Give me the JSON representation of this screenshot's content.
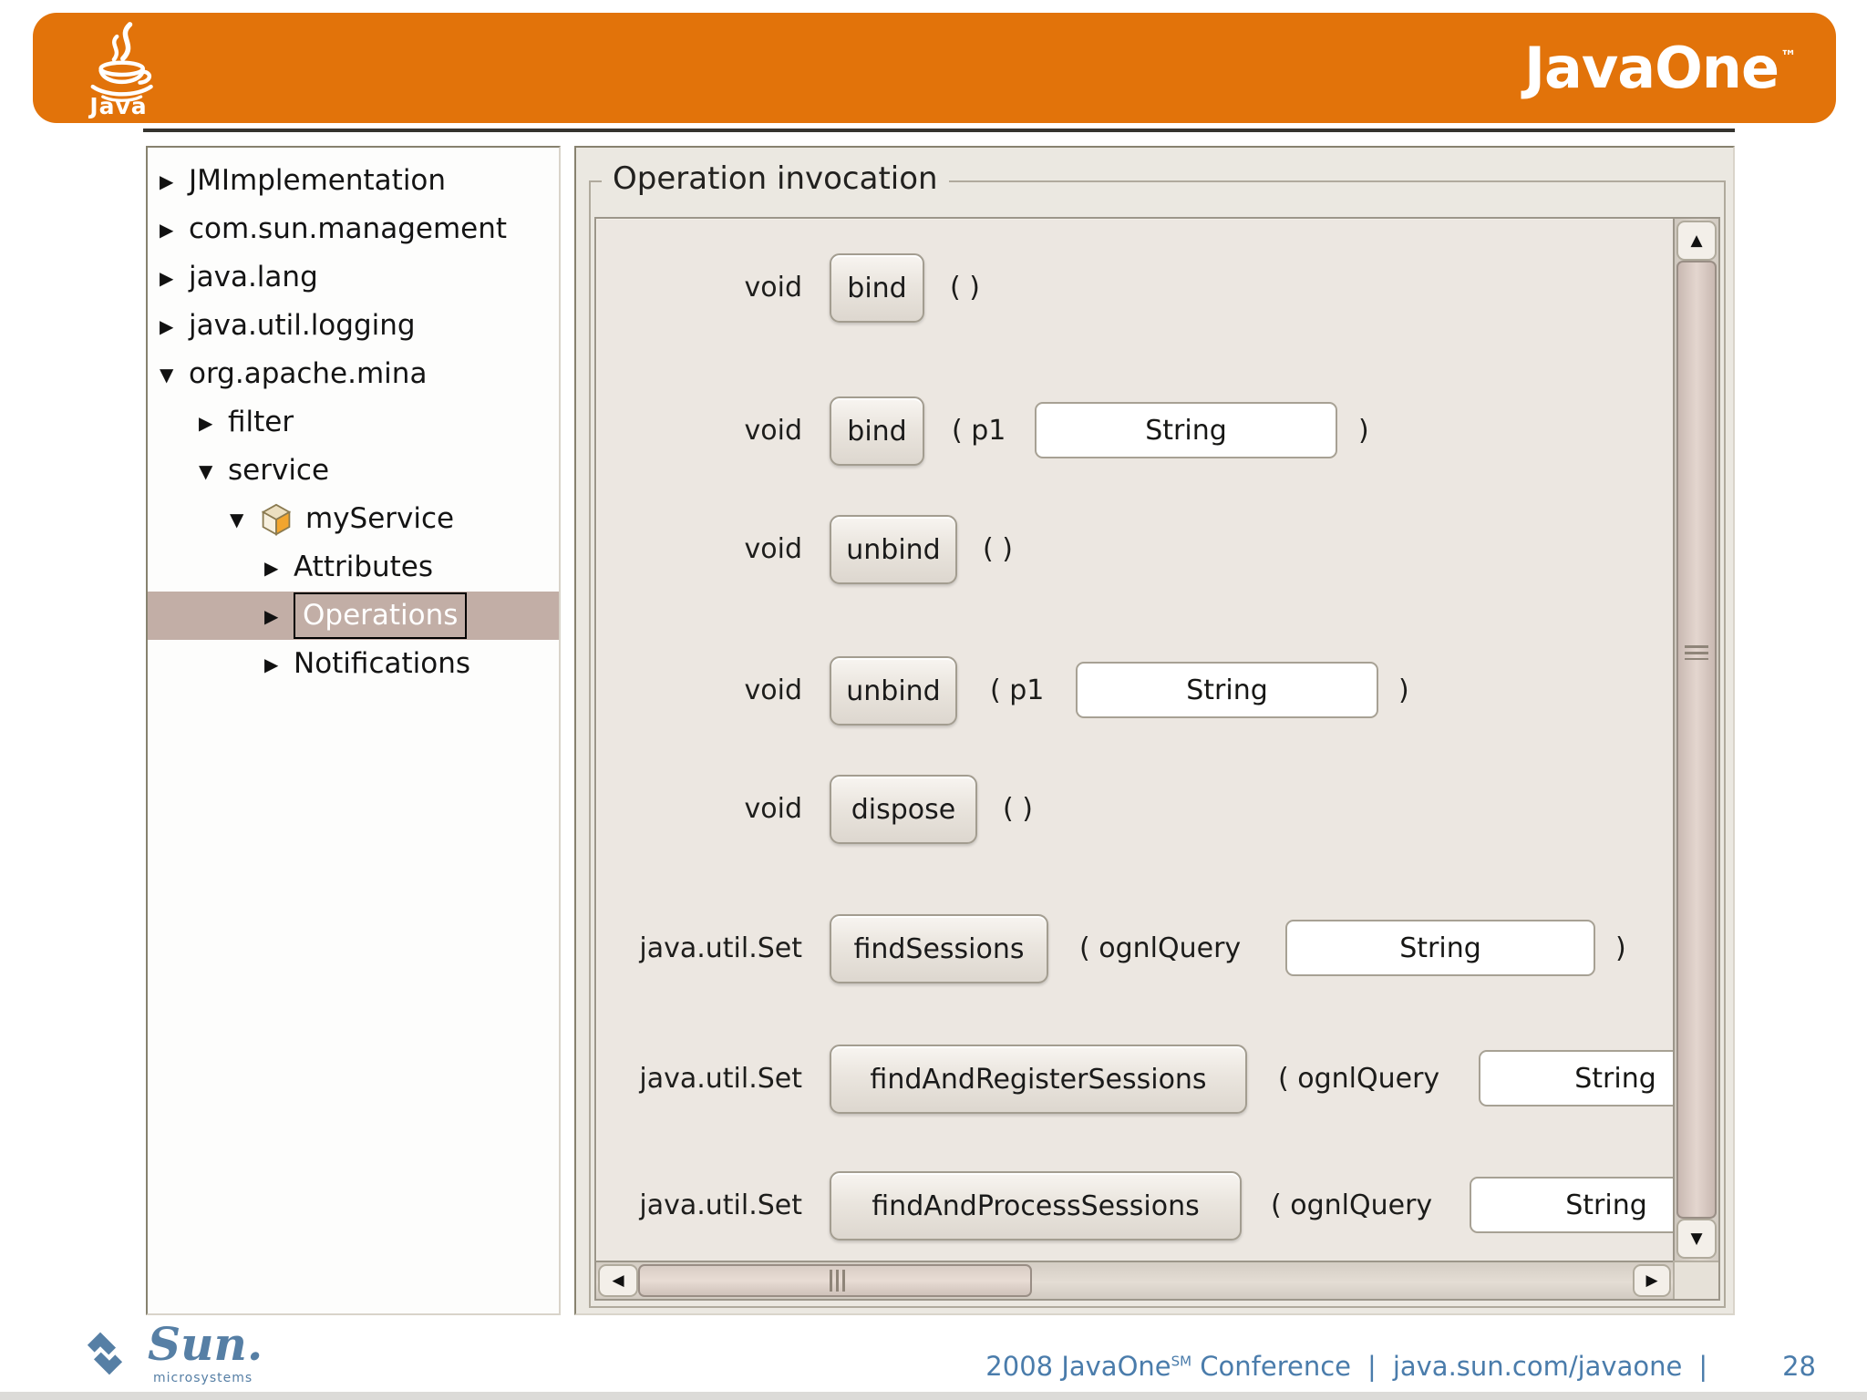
{
  "header": {
    "java_logo_label": "Java",
    "brand": "JavaOne",
    "brand_mark": "™",
    "bg_color": "#e2730a"
  },
  "icons": {
    "tree_collapsed": "▶",
    "tree_expanded": "▼",
    "scroll_up": "▲",
    "scroll_down": "▼",
    "scroll_left": "◀",
    "scroll_right": "▶",
    "mbean_icon": "mbean-cube-icon"
  },
  "tree": {
    "selection_color": "#c2aea6",
    "items": [
      {
        "label": "JMImplementation",
        "level": 0,
        "state": "collapsed",
        "selected": false
      },
      {
        "label": "com.sun.management",
        "level": 0,
        "state": "collapsed",
        "selected": false
      },
      {
        "label": "java.lang",
        "level": 0,
        "state": "collapsed",
        "selected": false
      },
      {
        "label": "java.util.logging",
        "level": 0,
        "state": "collapsed",
        "selected": false
      },
      {
        "label": "org.apache.mina",
        "level": 0,
        "state": "expanded",
        "selected": false
      },
      {
        "label": "filter",
        "level": 1,
        "state": "collapsed",
        "selected": false
      },
      {
        "label": "service",
        "level": 1,
        "state": "expanded",
        "selected": false
      },
      {
        "label": "myService",
        "level": 2,
        "state": "expanded",
        "selected": false,
        "icon": "mbean-cube-icon"
      },
      {
        "label": "Attributes",
        "level": 3,
        "state": "collapsed",
        "selected": false
      },
      {
        "label": "Operations",
        "level": 3,
        "state": "collapsed",
        "selected": true
      },
      {
        "label": "Notifications",
        "level": 3,
        "state": "collapsed",
        "selected": false
      }
    ]
  },
  "operations_panel": {
    "title": "Operation invocation",
    "rows": [
      {
        "return_type": "void",
        "operation": "bind",
        "parameters": []
      },
      {
        "return_type": "void",
        "operation": "bind",
        "parameters": [
          {
            "name": "p1",
            "value": "String"
          }
        ]
      },
      {
        "return_type": "void",
        "operation": "unbind",
        "parameters": []
      },
      {
        "return_type": "void",
        "operation": "unbind",
        "parameters": [
          {
            "name": "p1",
            "value": "String"
          }
        ]
      },
      {
        "return_type": "void",
        "operation": "dispose",
        "parameters": []
      },
      {
        "return_type": "java.util.Set",
        "operation": "findSessions",
        "parameters": [
          {
            "name": "ognlQuery",
            "value": "String"
          }
        ]
      },
      {
        "return_type": "java.util.Set",
        "operation": "findAndRegisterSessions",
        "parameters": [
          {
            "name": "ognlQuery",
            "value": "String"
          }
        ]
      },
      {
        "return_type": "java.util.Set",
        "operation": "findAndProcessSessions",
        "parameters": [
          {
            "name": "ognlQuery",
            "value": "String"
          }
        ]
      }
    ]
  },
  "footer": {
    "sun_word": "Sun.",
    "sun_sub": "microsystems",
    "conference_text": "2008 JavaOne",
    "conference_mark": "SM",
    "conference_text2": " Conference",
    "divider": "|",
    "site": "java.sun.com/javaone",
    "page": "28",
    "text_color": "#4a7cab",
    "sun_blue": "#567fa5"
  }
}
